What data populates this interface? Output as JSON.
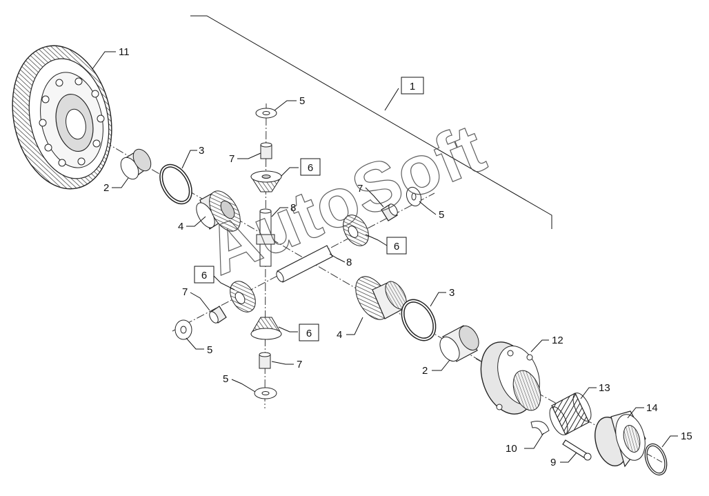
{
  "diagram": {
    "callouts": {
      "c1": "1",
      "c2a": "2",
      "c2b": "2",
      "c3a": "3",
      "c3b": "3",
      "c4a": "4",
      "c4b": "4",
      "c5a": "5",
      "c5b": "5",
      "c5c": "5",
      "c5d": "5",
      "c6a": "6",
      "c6b": "6",
      "c6c": "6",
      "c6d": "6",
      "c7a": "7",
      "c7b": "7",
      "c7c": "7",
      "c7d": "7",
      "c8a": "8",
      "c8b": "8",
      "c9": "9",
      "c10": "10",
      "c11": "11",
      "c12": "12",
      "c13": "13",
      "c14": "14",
      "c15": "15"
    },
    "watermark": "AutoSoft"
  }
}
